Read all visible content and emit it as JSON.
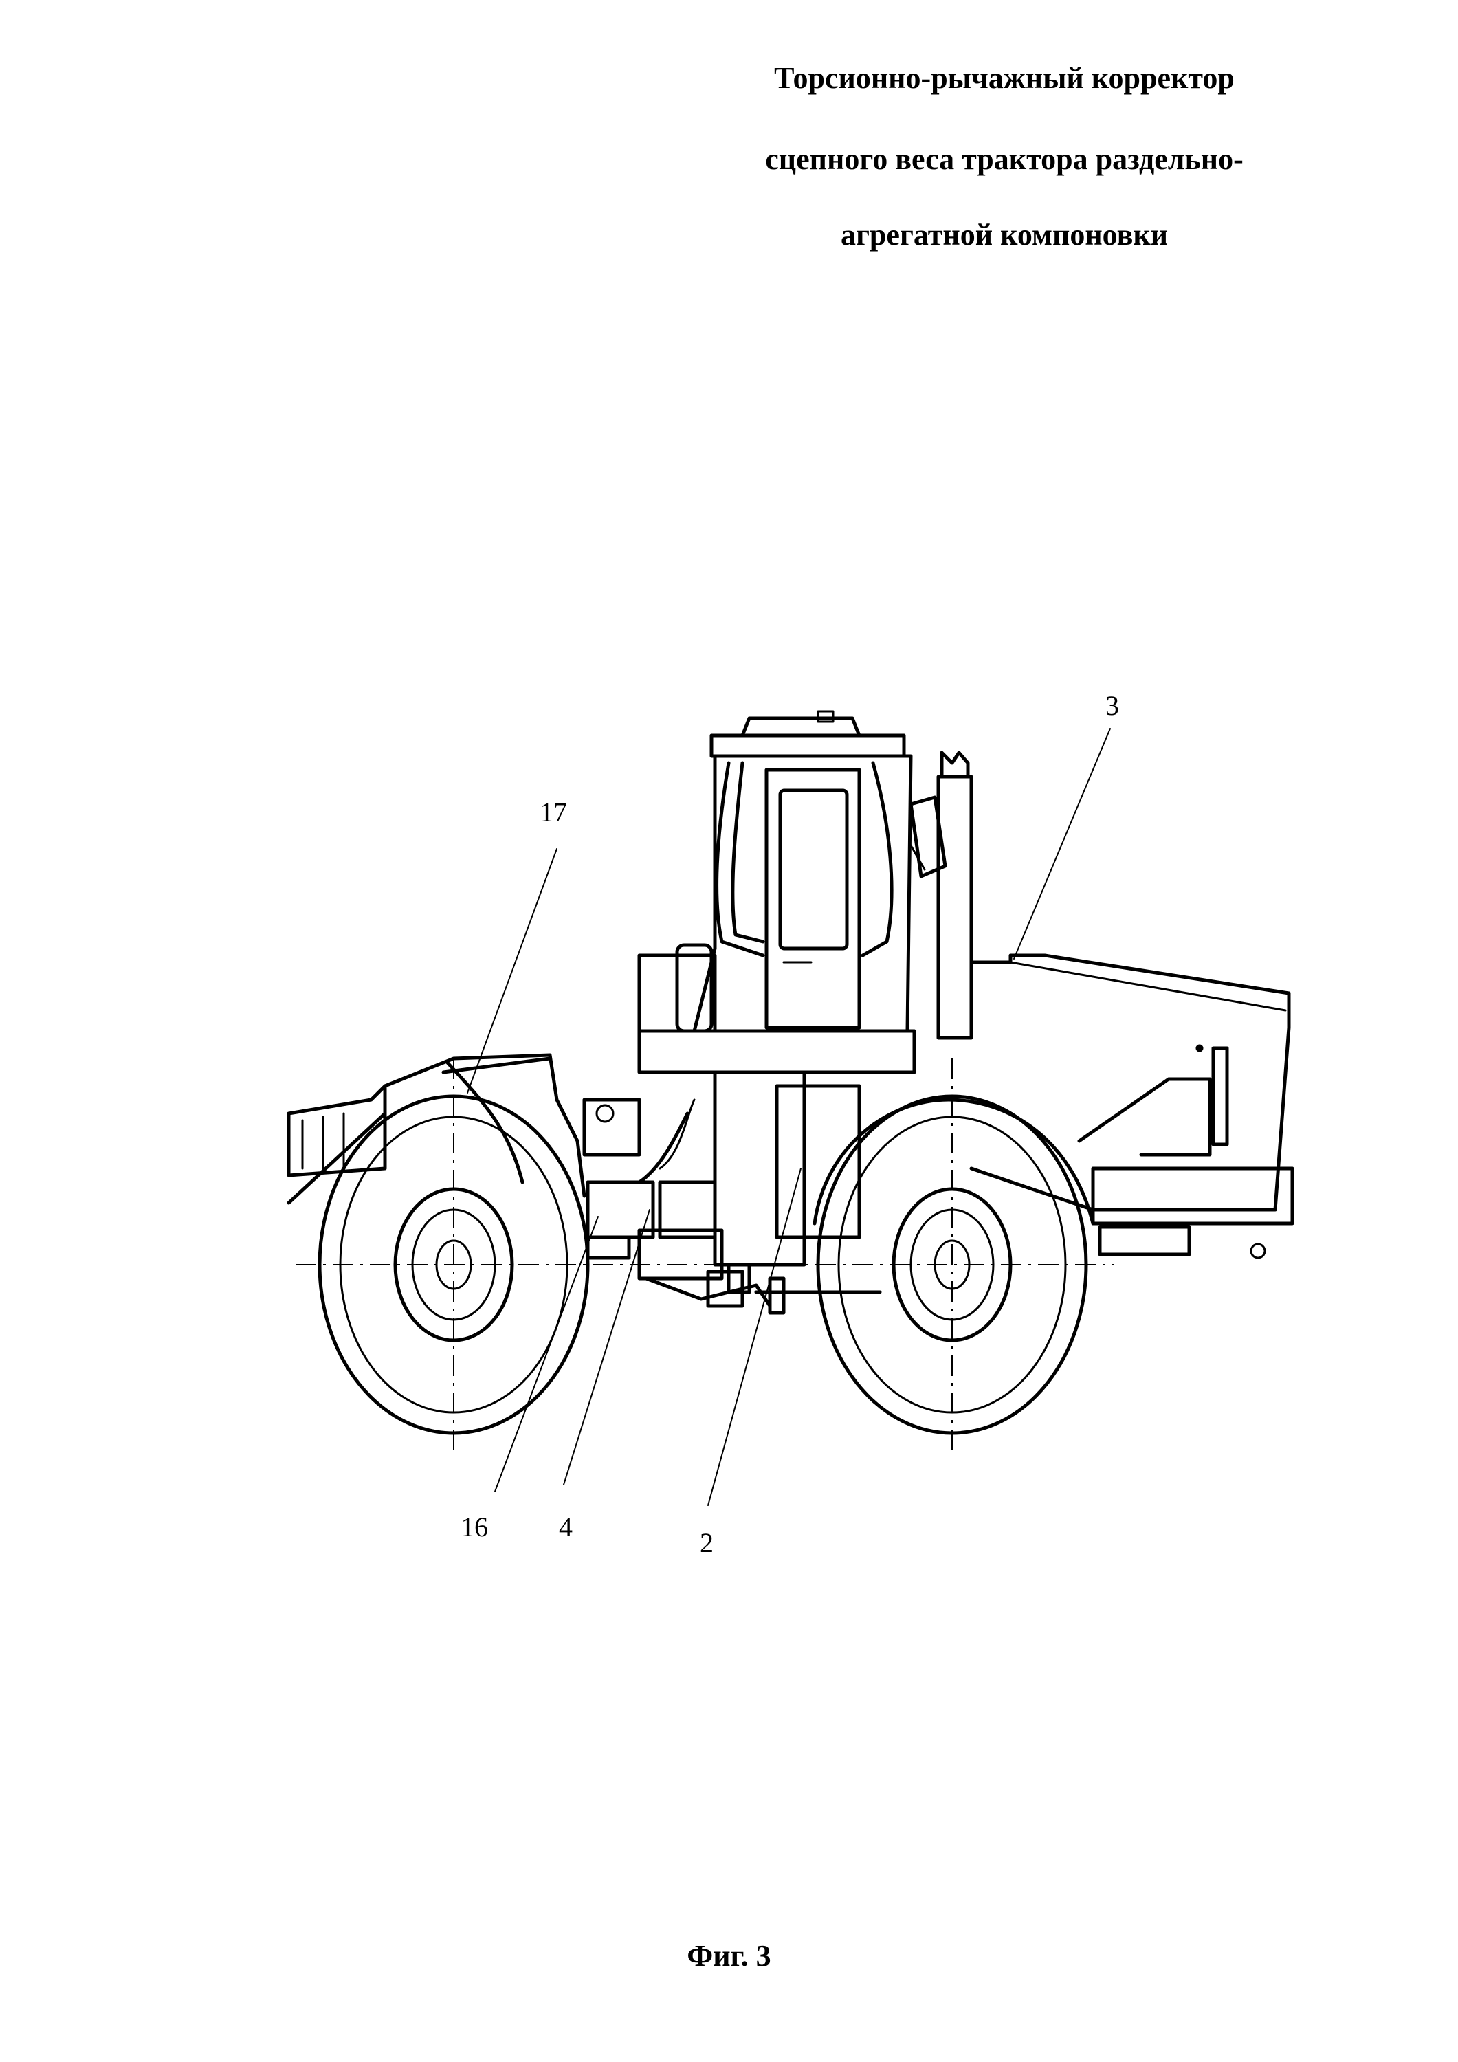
{
  "title": {
    "line1": "Торсионно-рычажный  корректор",
    "line2": "сцепного веса трактора раздельно-",
    "line3": "агрегатной компоновки"
  },
  "figure": {
    "subject": "tractor-side-view",
    "callouts": [
      {
        "id": "3",
        "label": "3"
      },
      {
        "id": "17",
        "label": "17"
      },
      {
        "id": "16",
        "label": "16"
      },
      {
        "id": "4",
        "label": "4"
      },
      {
        "id": "2",
        "label": "2"
      }
    ]
  },
  "caption": "Фиг. 3"
}
